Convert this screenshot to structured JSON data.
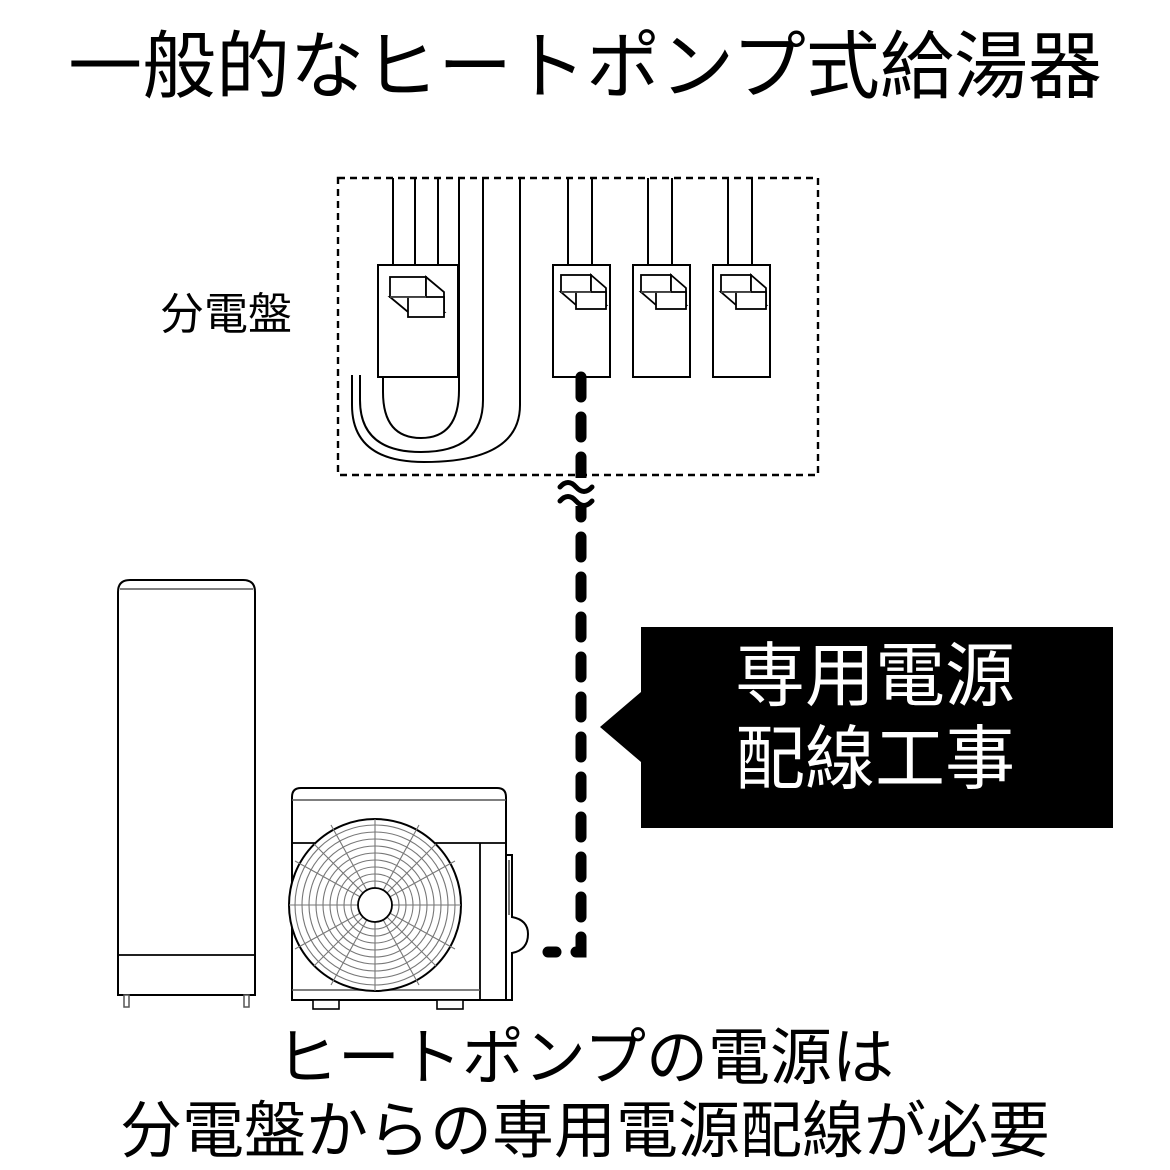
{
  "title": "一般的なヒートポンプ式給湯器",
  "panel": {
    "label": "分電盤",
    "main_breaker": {
      "name": "main-breaker"
    },
    "branch_breakers": [
      {
        "name": "branch-breaker-1"
      },
      {
        "name": "branch-breaker-2"
      },
      {
        "name": "branch-breaker-3"
      }
    ]
  },
  "callout": {
    "line1": "専用電源",
    "line2": "配線工事",
    "background": "#000000",
    "text_color": "#ffffff"
  },
  "caption": {
    "line1": "ヒートポンプの電源は",
    "line2": "分電盤からの専用電源配線が必要"
  },
  "equipment": {
    "tank_name": "hot-water-storage-tank",
    "heat_pump_name": "heat-pump-outdoor-unit"
  },
  "wiring": {
    "dedicated_circuit_name": "dedicated-power-cable",
    "break_symbol": "≈",
    "line_color": "#000000",
    "style": "dashed"
  },
  "colors": {
    "stroke": "#000000",
    "background": "#ffffff",
    "light_stroke": "#555555"
  }
}
